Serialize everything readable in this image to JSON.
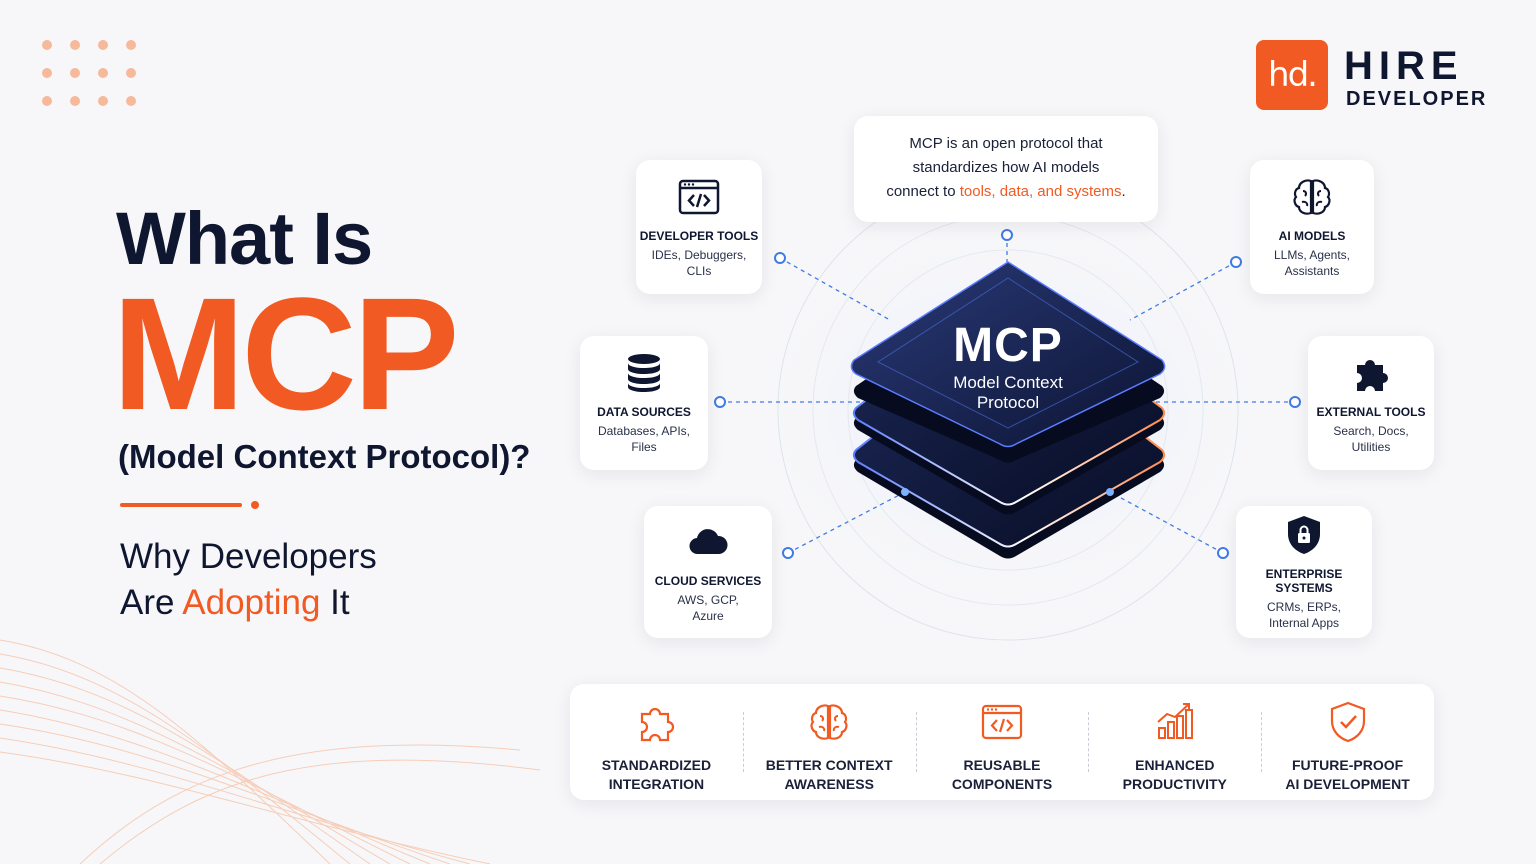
{
  "brand": {
    "mark": "hd.",
    "name_line1": "HIRE",
    "name_line2": "DEVELOPER",
    "accent_color": "#f15a22",
    "dark_color": "#0f1630"
  },
  "headline": {
    "line1": "What Is",
    "line2": "MCP",
    "line3": "(Model Context Protocol)?",
    "sub_line1": "Why Developers",
    "sub_line2_prefix": "Are ",
    "sub_line2_accent": "Adopting",
    "sub_line2_suffix": " It"
  },
  "callout": {
    "line1": "MCP is an open protocol that",
    "line2": "standardizes how AI models",
    "line3_prefix": "connect to ",
    "line3_accent": "tools, data, and systems",
    "line3_suffix": "."
  },
  "core": {
    "title": "MCP",
    "sub1": "Model Context",
    "sub2": "Protocol"
  },
  "nodes": [
    {
      "title": "DEVELOPER TOOLS",
      "desc1": "IDEs, Debuggers,",
      "desc2": "CLIs",
      "icon": "code-window-icon"
    },
    {
      "title": "AI MODELS",
      "desc1": "LLMs, Agents,",
      "desc2": "Assistants",
      "icon": "brain-icon"
    },
    {
      "title": "DATA SOURCES",
      "desc1": "Databases, APIs,",
      "desc2": "Files",
      "icon": "database-icon"
    },
    {
      "title": "EXTERNAL TOOLS",
      "desc1": "Search, Docs,",
      "desc2": "Utilities",
      "icon": "puzzle-icon"
    },
    {
      "title": "CLOUD SERVICES",
      "desc1": "AWS, GCP,",
      "desc2": "Azure",
      "icon": "cloud-icon"
    },
    {
      "title": "ENTERPRISE SYSTEMS",
      "desc1": "CRMs, ERPs,",
      "desc2": "Internal Apps",
      "icon": "shield-lock-icon"
    }
  ],
  "benefits": [
    {
      "line1": "STANDARDIZED",
      "line2": "INTEGRATION",
      "icon": "puzzle-icon"
    },
    {
      "line1": "BETTER CONTEXT",
      "line2": "AWARENESS",
      "icon": "brain-icon"
    },
    {
      "line1": "REUSABLE",
      "line2": "COMPONENTS",
      "icon": "code-window-icon"
    },
    {
      "line1": "ENHANCED",
      "line2": "PRODUCTIVITY",
      "icon": "bar-chart-up-icon"
    },
    {
      "line1": "FUTURE-PROOF",
      "line2": "AI DEVELOPMENT",
      "icon": "shield-check-icon"
    }
  ]
}
